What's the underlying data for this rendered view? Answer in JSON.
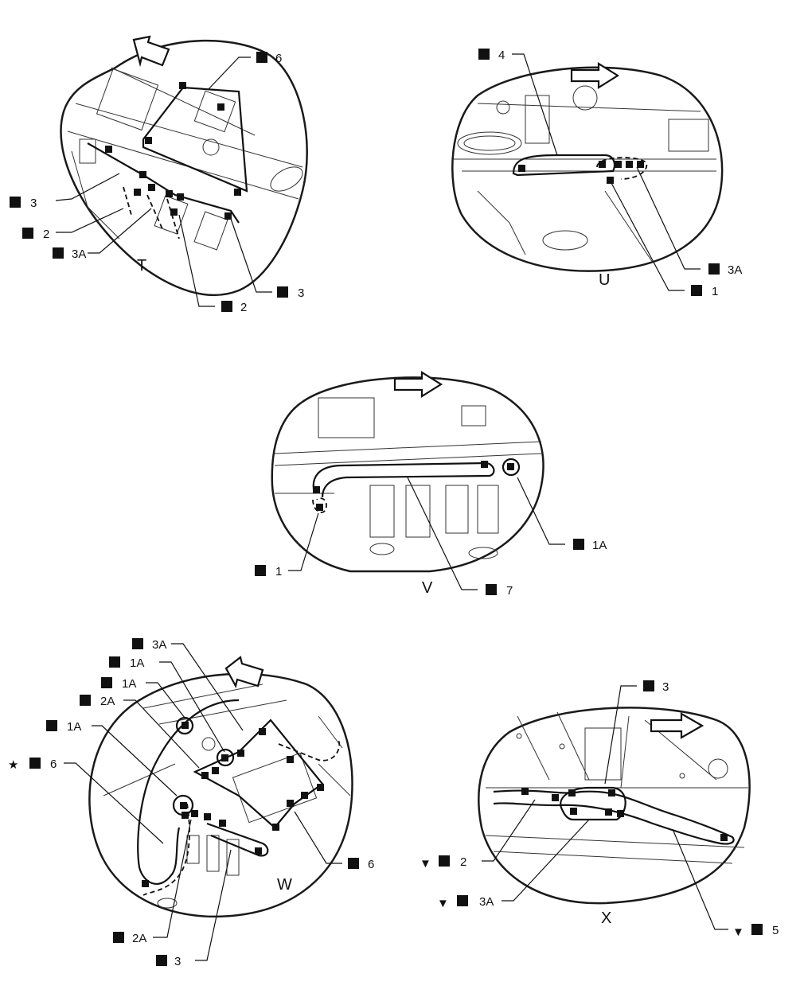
{
  "views": [
    {
      "id": "T",
      "letter": "T",
      "callouts": [
        "6",
        "3",
        "2",
        "3A",
        "2",
        "3"
      ]
    },
    {
      "id": "U",
      "letter": "U",
      "callouts": [
        "4",
        "3A",
        "1"
      ]
    },
    {
      "id": "V",
      "letter": "V",
      "callouts": [
        "1A",
        "1",
        "7"
      ]
    },
    {
      "id": "W",
      "letter": "W",
      "callouts": [
        "3A",
        "1A",
        "1A",
        "2A",
        "1A",
        "6",
        "6",
        "2A",
        "3"
      ]
    },
    {
      "id": "X",
      "letter": "X",
      "callouts": [
        "3",
        "2",
        "3A",
        "5"
      ]
    }
  ],
  "colors": {
    "line": "#111111",
    "background": "#ffffff"
  }
}
